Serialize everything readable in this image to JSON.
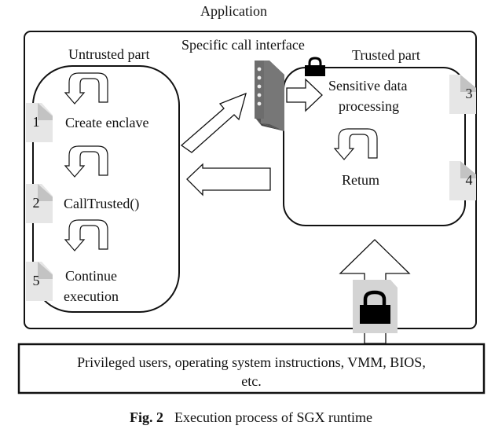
{
  "diagram": {
    "application_label": "Application",
    "call_interface_label": "Specific call interface",
    "untrusted": {
      "title": "Untrusted part",
      "steps": [
        {
          "number": "1",
          "label": "Create enclave"
        },
        {
          "number": "2",
          "label": "CallTrusted()"
        },
        {
          "number": "5",
          "label_line1": "Continue",
          "label_line2": "execution"
        }
      ]
    },
    "trusted": {
      "title": "Trusted part",
      "steps": [
        {
          "number": "3",
          "label_line1": "Sensitive data",
          "label_line2": "processing"
        },
        {
          "number": "4",
          "label": "Retum"
        }
      ]
    },
    "privileged_box": {
      "line1": "Privileged users, operating system instructions, VMM, BIOS,",
      "line2": "etc."
    },
    "icons": [
      "loop-arrow-icon",
      "document-badge-icon",
      "padlock-icon",
      "call-gate-icon",
      "block-arrow-icon"
    ]
  },
  "caption": {
    "prefix": "Fig. 2",
    "text": "Execution process of SGX runtime"
  }
}
